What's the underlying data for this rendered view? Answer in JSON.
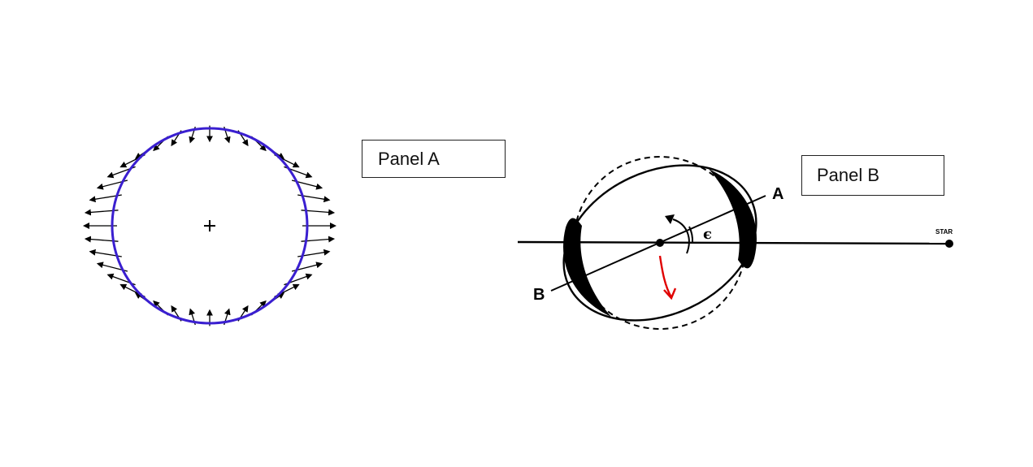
{
  "panel_a": {
    "label": "Panel A",
    "circle_color": "#3a1fd0",
    "arrow_color": "#000000",
    "center_mark": "+"
  },
  "panel_b": {
    "label": "Panel B",
    "star_label": "STAR",
    "point_a_label": "A",
    "point_b_label": "B",
    "angle_symbol": "ϵ",
    "rotation_arrow_color": "#e00000"
  }
}
